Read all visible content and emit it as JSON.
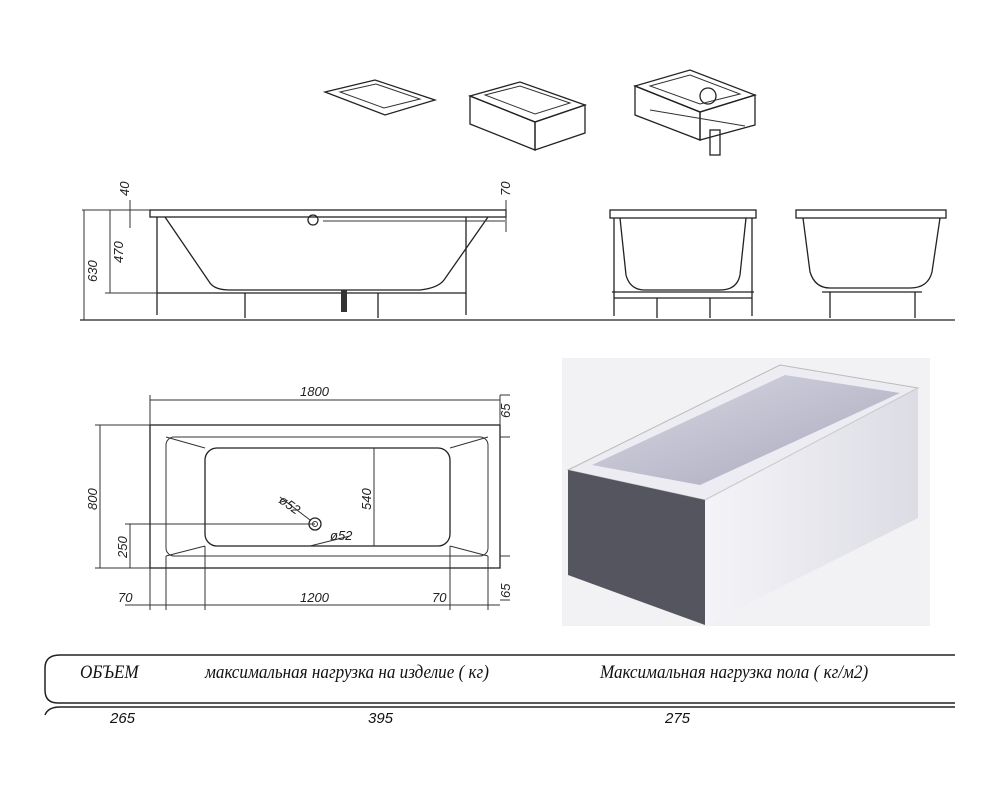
{
  "dimensions": {
    "side": {
      "total_height": "630",
      "tub_height": "470",
      "rim_top": "40",
      "overflow": "70"
    },
    "top": {
      "length": "1800",
      "width": "800",
      "basin_width": "540",
      "basin_length": "1200",
      "drain_offset": "250",
      "left_margin": "70",
      "right_margin": "70",
      "top_margin": "65",
      "bottom_margin": "65",
      "drain_diameter": "ø52",
      "overflow_diameter": "ø52"
    }
  },
  "table": {
    "headers": [
      "ОБЪЕМ",
      "максимальная нагрузка на изделие ( кг)",
      "Максимальная нагрузка пола ( кг/м2)"
    ],
    "values": [
      "265",
      "395",
      "275"
    ]
  }
}
